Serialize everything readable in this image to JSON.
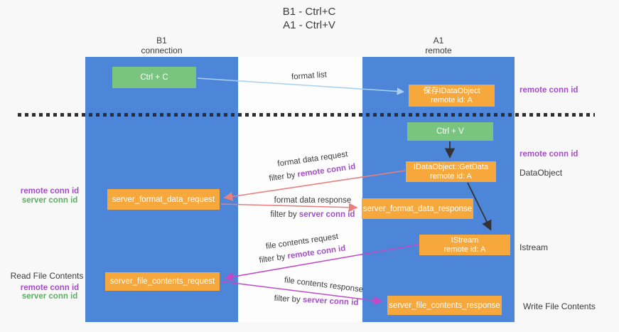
{
  "title": {
    "line1": "B1 - Ctrl+C",
    "line2": "A1 - Ctrl+V"
  },
  "lanes": {
    "left": {
      "name": "B1",
      "role": "connection"
    },
    "right": {
      "name": "A1",
      "role": "remote"
    }
  },
  "nodes": {
    "ctrl_c": "Ctrl + C",
    "ctrl_v": "Ctrl + V",
    "save_idataobject": {
      "line1": "保存IDataObject",
      "line2": "remote id: A"
    },
    "getdata": {
      "line1": "IDataObject::GetData",
      "line2": "remote id: A"
    },
    "istream": {
      "line1": "IStream",
      "line2": "remote id: A"
    },
    "server_format_data_request": "server_format_data_request",
    "server_format_data_response": "server_format_data_response",
    "server_file_contents_request": "server_file_contents_request",
    "server_file_contents_response": "server_file_contents_response"
  },
  "flow_labels": {
    "format_list": "format list",
    "format_data_request": "format data request",
    "format_data_response": "format data response",
    "file_contents_request": "file contents request",
    "file_contents_response": "file contents response",
    "filter_by": "filter by",
    "remote_conn_id": "remote conn id",
    "server_conn_id": "server conn id"
  },
  "side_labels": {
    "right_remote_conn_id_top": "remote conn id",
    "right_remote_conn_id_mid": "remote conn id",
    "dataobject": "DataObject",
    "istream": "Istream",
    "write_file_contents": "Write File Contents",
    "left_remote_conn_id_top": "remote conn id",
    "left_server_conn_id_top": "server conn id",
    "read_file_contents": "Read File Contents",
    "left_remote_conn_id_bottom": "remote conn id",
    "left_server_conn_id_bottom": "server conn id"
  },
  "colors": {
    "lane_blue": "#4d86d8",
    "node_green": "#79c47f",
    "node_orange": "#f7a83c",
    "arrow_light_blue": "#a8d2f0",
    "arrow_salmon": "#e8807d",
    "arrow_magenta": "#bf4ac4",
    "arrow_black": "#333333",
    "text_purple": "#a34fc4",
    "text_green": "#5fae63",
    "background": "#f8f8f8"
  }
}
